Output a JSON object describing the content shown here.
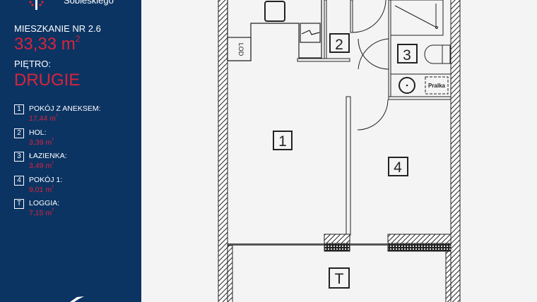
{
  "brand": {
    "name_fragment": "Sobieskiego",
    "accent": "#d8243a",
    "panel_color": "#0c3463"
  },
  "apartment": {
    "label": "MIESZKANIE NR 2.6",
    "area_value": "33,33 m",
    "area_unit_sup": "2"
  },
  "floor": {
    "label": "PIĘTRO:",
    "value": "DRUGIE"
  },
  "rooms": [
    {
      "num": "1",
      "name": "POKÓJ Z ANEKSEM:",
      "area": "17,44 m",
      "sup": "2"
    },
    {
      "num": "2",
      "name": "HOL:",
      "area": "3,39 m",
      "sup": "2"
    },
    {
      "num": "3",
      "name": "ŁAZIENKA:",
      "area": "3,49 m",
      "sup": "2"
    },
    {
      "num": "4",
      "name": "POKÓJ 1:",
      "area": "9,01 m",
      "sup": "2"
    },
    {
      "num": "T",
      "name": "LOGGIA:",
      "area": "7,15 m",
      "sup": "2"
    }
  ],
  "plan": {
    "fridge_label": "LOD",
    "washer_label": "Pralka",
    "labels": {
      "r1": "1",
      "r2": "2",
      "r3": "3",
      "r4": "4",
      "rt": "T"
    }
  }
}
